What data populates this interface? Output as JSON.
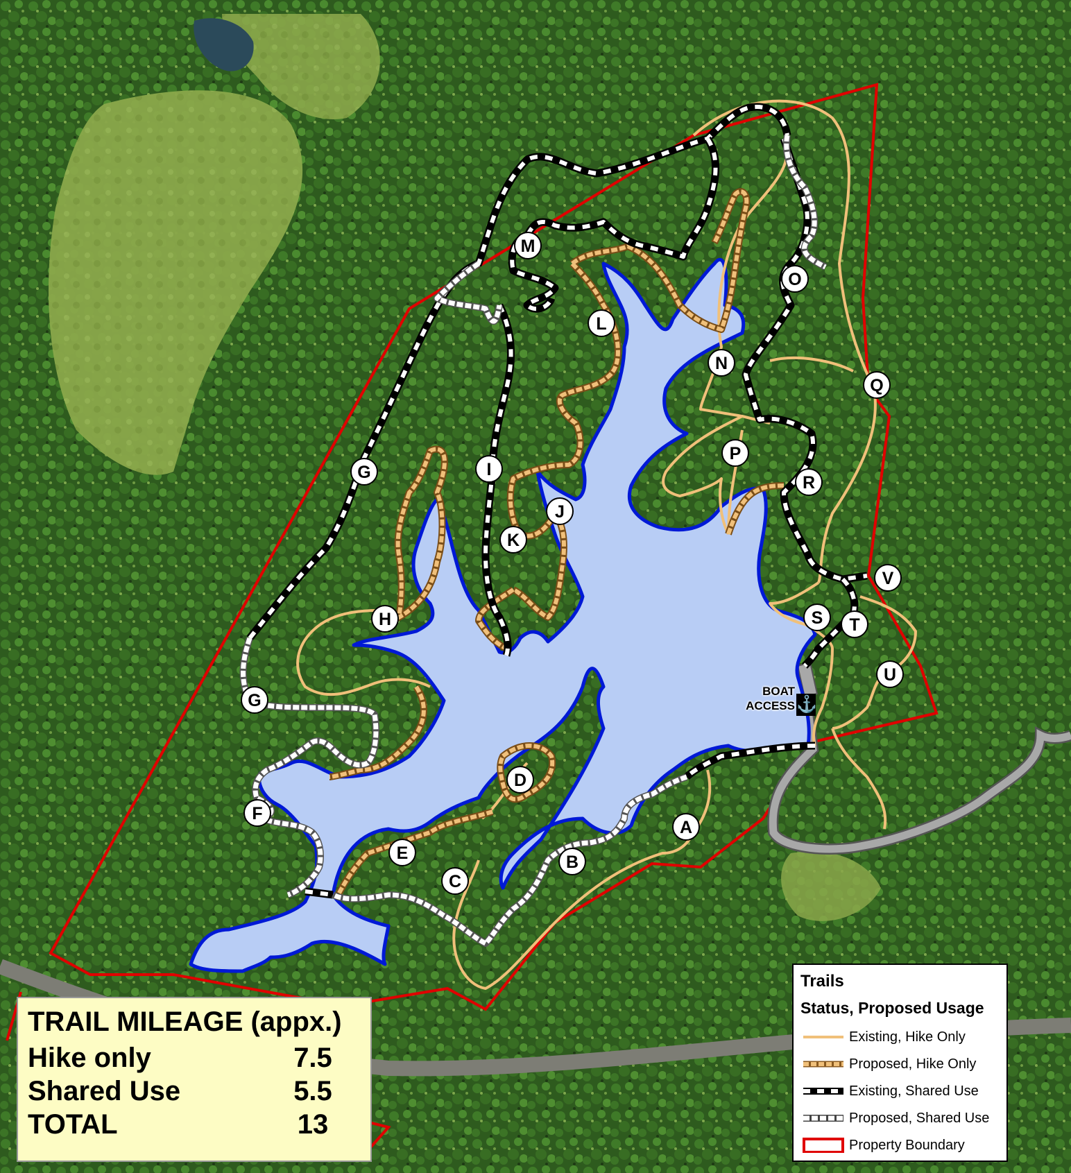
{
  "map": {
    "markers": [
      {
        "label": "M"
      },
      {
        "label": "L"
      },
      {
        "label": "O"
      },
      {
        "label": "N"
      },
      {
        "label": "Q"
      },
      {
        "label": "P"
      },
      {
        "label": "G"
      },
      {
        "label": "I"
      },
      {
        "label": "R"
      },
      {
        "label": "J"
      },
      {
        "label": "K"
      },
      {
        "label": "V"
      },
      {
        "label": "H"
      },
      {
        "label": "S"
      },
      {
        "label": "T"
      },
      {
        "label": "U"
      },
      {
        "label": "G"
      },
      {
        "label": "D"
      },
      {
        "label": "F"
      },
      {
        "label": "A"
      },
      {
        "label": "E"
      },
      {
        "label": "B"
      },
      {
        "label": "C"
      }
    ],
    "boat_access": {
      "line1": "BOAT",
      "line2": "ACCESS",
      "icon": "anchor-icon"
    }
  },
  "mileage": {
    "title": "TRAIL MILEAGE (appx.)",
    "rows": [
      {
        "label": "Hike only",
        "value": "7.5"
      },
      {
        "label": "Shared Use",
        "value": "5.5"
      },
      {
        "label": "TOTAL",
        "value": "13"
      }
    ]
  },
  "legend": {
    "title": "Trails",
    "subtitle": "Status, Proposed Usage",
    "items": [
      {
        "label": "Existing, Hike Only",
        "color": "#f0c07a",
        "style": "solid"
      },
      {
        "label": "Proposed, Hike Only",
        "color": "#f0c07a",
        "style": "dashed-orange"
      },
      {
        "label": "Existing, Shared Use",
        "color": "#000000",
        "style": "dashed-black"
      },
      {
        "label": "Proposed, Shared Use",
        "color": "#ffffff",
        "style": "dashed-white"
      },
      {
        "label": "Property Boundary",
        "color": "#e00000",
        "style": "box"
      }
    ]
  },
  "colors": {
    "lake_fill": "#b8cdf5",
    "lake_edge": "#0019d6",
    "boundary": "#e00000",
    "road": "#a8a8a8",
    "forest": "#2f5a1f",
    "pasture": "#8aa74a",
    "hike_trail": "#f0c07a"
  }
}
